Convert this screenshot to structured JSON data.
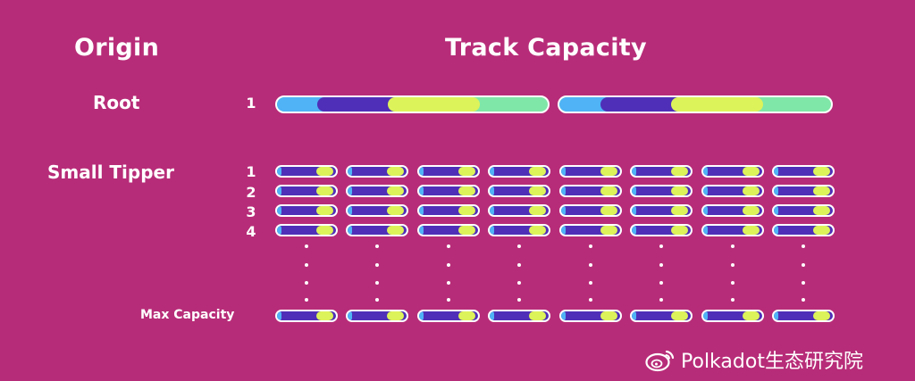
{
  "headings": {
    "origin": "Origin",
    "track_capacity": "Track Capacity"
  },
  "rows": {
    "root": {
      "label": "Root",
      "numbers": [
        "1"
      ]
    },
    "small_tipper": {
      "label": "Small Tipper",
      "numbers": [
        "1",
        "2",
        "3",
        "4"
      ]
    },
    "max_capacity": {
      "label": "Max Capacity"
    }
  },
  "colors": {
    "background": "#B72C78",
    "pill_blue": "#4FB3F6",
    "pill_purple": "#4F2FB8",
    "pill_yellow": "#DDF35A",
    "pill_green": "#7FE7A8",
    "pill_border": "#FFFFFF"
  },
  "watermark": {
    "icon": "weibo-icon",
    "text": "Polkadot生态研究院"
  }
}
